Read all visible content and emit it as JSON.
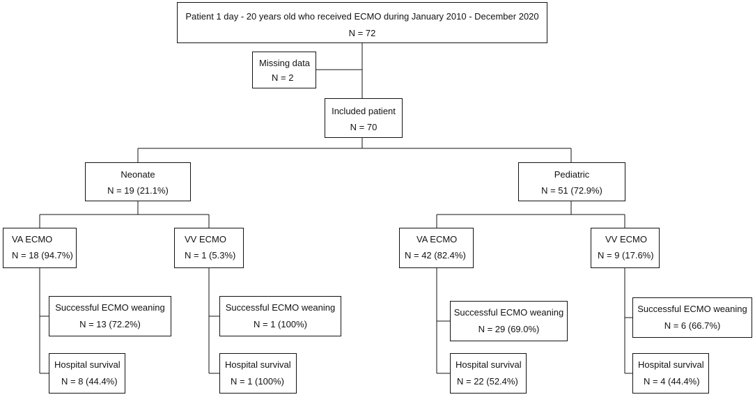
{
  "flowchart": {
    "enrollment": {
      "label": "Patient 1 day - 20 years old who received ECMO during January 2010 - December 2020",
      "count": "N = 72"
    },
    "missing": {
      "label": "Missing data",
      "count": "N = 2"
    },
    "included": {
      "label": "Included patient",
      "count": "N = 70"
    },
    "neonate": {
      "label": "Neonate",
      "count": "N = 19 (21.1%)",
      "va": {
        "label": "VA ECMO",
        "count": "N = 18 (94.7%)",
        "weaning": {
          "label": "Successful ECMO weaning",
          "count": "N = 13 (72.2%)"
        },
        "survival": {
          "label": "Hospital survival",
          "count": "N = 8 (44.4%)"
        }
      },
      "vv": {
        "label": "VV ECMO",
        "count": "N = 1 (5.3%)",
        "weaning": {
          "label": "Successful ECMO weaning",
          "count": "N = 1 (100%)"
        },
        "survival": {
          "label": "Hospital survival",
          "count": "N = 1 (100%)"
        }
      }
    },
    "pediatric": {
      "label": "Pediatric",
      "count": "N = 51 (72.9%)",
      "va": {
        "label": "VA ECMO",
        "count": "N = 42 (82.4%)",
        "weaning": {
          "label": "Successful ECMO weaning",
          "count": "N = 29 (69.0%)"
        },
        "survival": {
          "label": "Hospital survival",
          "count": "N = 22 (52.4%)"
        }
      },
      "vv": {
        "label": "VV ECMO",
        "count": "N = 9 (17.6%)",
        "weaning": {
          "label": "Successful ECMO weaning",
          "count": "N = 6 (66.7%)"
        },
        "survival": {
          "label": "Hospital survival",
          "count": "N = 4 (44.4%)"
        }
      }
    }
  }
}
